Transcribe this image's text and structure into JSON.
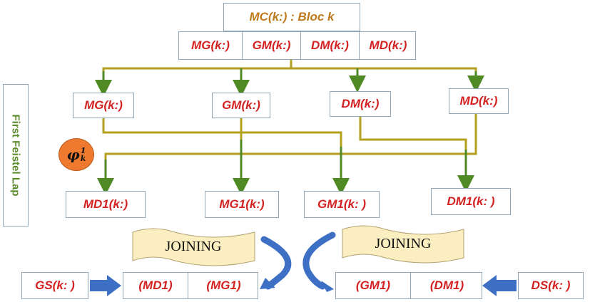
{
  "block": {
    "title": "MC(k:)  : Bloc k",
    "cells": [
      "MG(k:)",
      "GM(k:)",
      "DM(k:)",
      "MD(k:)"
    ]
  },
  "level1": [
    "MG(k:)",
    "GM(k:)",
    "DM(k:)",
    "MD(k:)"
  ],
  "level2": [
    "MD1(k:)",
    "MG1(k:)",
    "GM1(k: )",
    "DM1(k: )"
  ],
  "side_label": "First Feistel Lap",
  "function": {
    "symbol": "φ",
    "superscript": "1",
    "subscript": "k"
  },
  "joining": {
    "left": "JOINING",
    "right": "JOINING"
  },
  "bottom": {
    "gs": "GS(k: )",
    "left_pair": [
      "(MD1)",
      "(MG1)"
    ],
    "right_pair": [
      "(GM1)",
      "(DM1)"
    ],
    "ds": "DS(k: )"
  },
  "colors": {
    "text_red": "#d42121",
    "title": "#c07a1c",
    "line_olive": "#b3a11e",
    "arrow_green": "#4f8a25",
    "blue_arrow": "#3d6fc4",
    "banner": "#fbeec0"
  }
}
